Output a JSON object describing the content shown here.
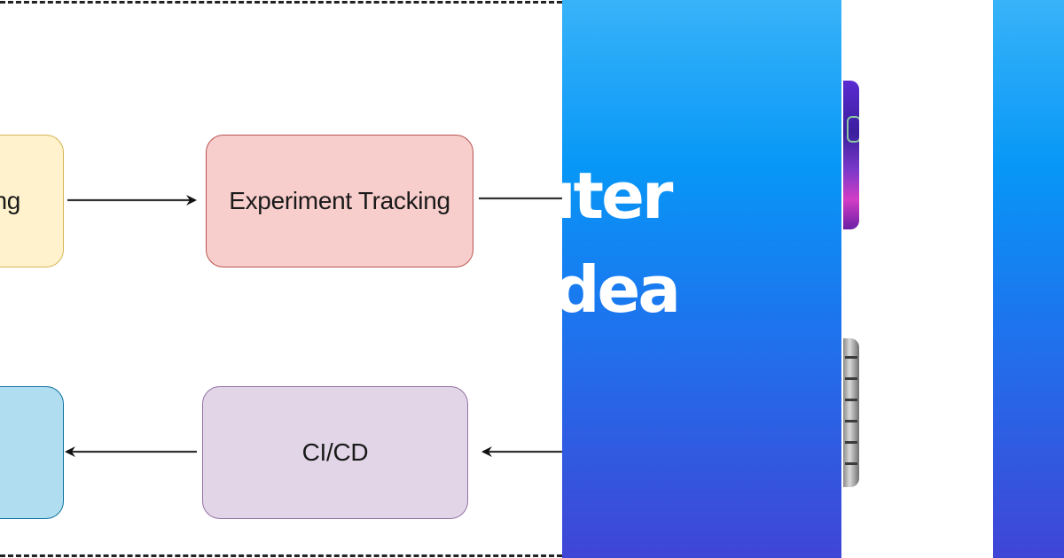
{
  "diagram": {
    "nodes": {
      "left_top_partial": "ng",
      "experiment_tracking": "Experiment Tracking",
      "left_bottom_partial": "",
      "ci_cd": "CI/CD"
    },
    "colors": {
      "yellow_fill": "#fff2cc",
      "yellow_stroke": "#d6b656",
      "red_fill": "#f8cecc",
      "red_stroke": "#b85450",
      "blue_fill": "#b1ddf0",
      "blue_stroke": "#10739e",
      "purple_fill": "#e1d5e7",
      "purple_stroke": "#9673a6"
    }
  },
  "promo_panel": {
    "line1": "ıter",
    "line2": "dea",
    "gradient_top": "#38b3f8",
    "gradient_bottom": "#4045d6"
  },
  "thumbnails": [
    {
      "icon": "colorful-abstract-image"
    },
    {
      "icon": "grayscale-keyboard-image"
    }
  ]
}
